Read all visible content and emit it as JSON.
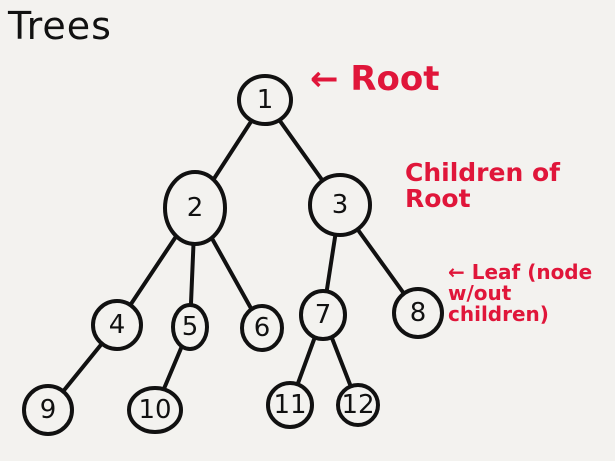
{
  "title": "Trees",
  "annotations": {
    "root": "← Root",
    "children_of_root": "Children of Root",
    "leaf": "← Leaf (node w/out children)"
  },
  "colors": {
    "ink": "#111111",
    "annotation": "#e0163a",
    "background": "#f3f2ef"
  },
  "tree": {
    "nodes": [
      {
        "id": "1",
        "label": "1"
      },
      {
        "id": "2",
        "label": "2"
      },
      {
        "id": "3",
        "label": "3"
      },
      {
        "id": "4",
        "label": "4"
      },
      {
        "id": "5",
        "label": "5"
      },
      {
        "id": "6",
        "label": "6"
      },
      {
        "id": "7",
        "label": "7"
      },
      {
        "id": "8",
        "label": "8"
      },
      {
        "id": "9",
        "label": "9"
      },
      {
        "id": "10",
        "label": "10"
      },
      {
        "id": "11",
        "label": "11"
      },
      {
        "id": "12",
        "label": "12"
      }
    ],
    "edges": [
      [
        "1",
        "2"
      ],
      [
        "1",
        "3"
      ],
      [
        "2",
        "4"
      ],
      [
        "2",
        "5"
      ],
      [
        "2",
        "6"
      ],
      [
        "3",
        "7"
      ],
      [
        "3",
        "8"
      ],
      [
        "4",
        "9"
      ],
      [
        "5",
        "10"
      ],
      [
        "7",
        "11"
      ],
      [
        "7",
        "12"
      ]
    ]
  }
}
